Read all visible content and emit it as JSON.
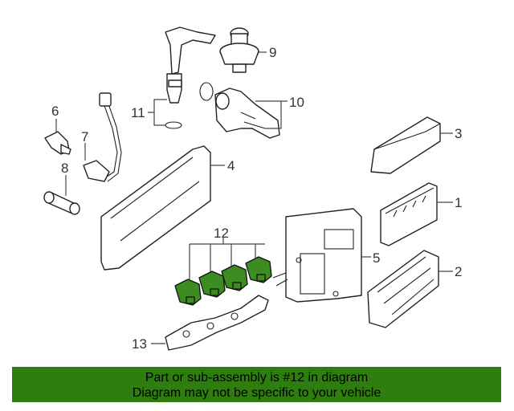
{
  "diagram": {
    "callouts": {
      "c1": "1",
      "c2": "2",
      "c3": "3",
      "c4": "4",
      "c5": "5",
      "c6": "6",
      "c7": "7",
      "c8": "8",
      "c9": "9",
      "c10": "10",
      "c11": "11",
      "c12": "12",
      "c13": "13"
    },
    "highlight_color": "#3c8c22"
  },
  "banner": {
    "line1": "Part or sub-assembly is #12 in diagram",
    "line2": "Diagram may not be specific to your vehicle",
    "background": "#2e7d0f"
  }
}
